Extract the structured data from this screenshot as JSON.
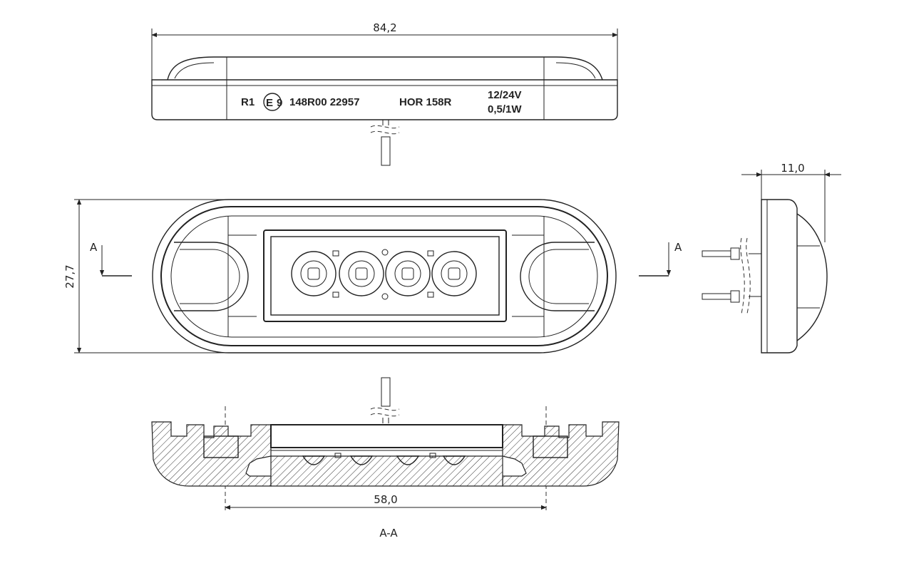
{
  "top_view": {
    "width_dim": "84,2",
    "marking": {
      "regulation": "R1",
      "approval_letter": "E",
      "approval_country": "9",
      "approval_code": "148R00 22957",
      "model": "HOR 158R",
      "voltage": "12/24V",
      "power": "0,5/1W"
    }
  },
  "front_view": {
    "height_dim": "27,7",
    "section_marker": "A"
  },
  "side_view": {
    "depth_dim": "11,0",
    "section_marker": "A"
  },
  "section_view": {
    "mount_dim": "58,0",
    "section_label": "A-A"
  }
}
